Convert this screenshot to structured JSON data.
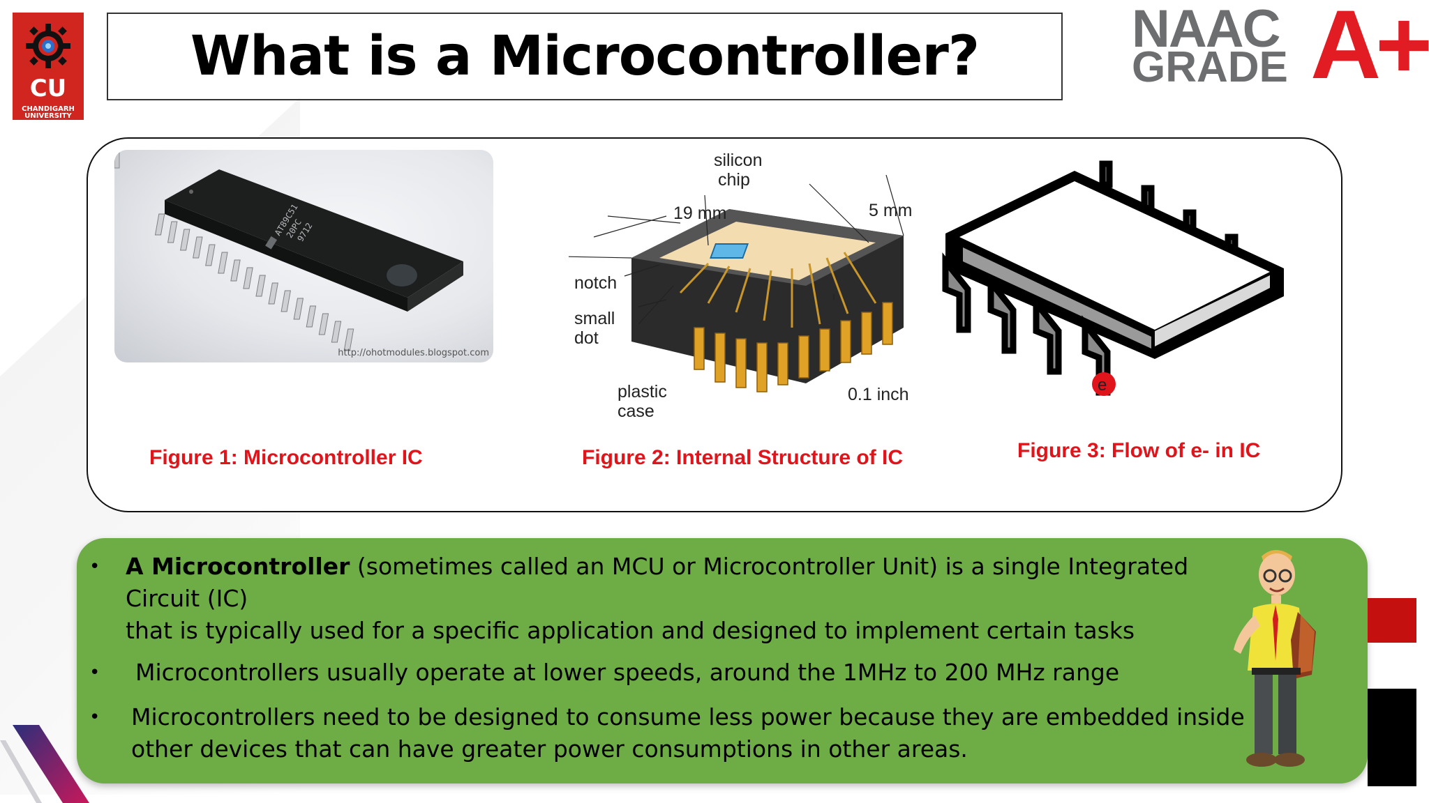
{
  "logo": {
    "abbr": "CU",
    "line1": "CHANDIGARH",
    "line2": "UNIVERSITY"
  },
  "title": "What is a Microcontroller?",
  "accreditation": {
    "naac": "NAAC",
    "grade": "GRADE",
    "rating": "A+"
  },
  "figures": {
    "fig1": {
      "caption": "Figure 1: Microcontroller IC",
      "chip_marking": [
        "AT89C51",
        "20PC",
        "9712"
      ],
      "watermark": "http://ohotmodules.blogspot.com"
    },
    "fig2": {
      "caption": "Figure 2: Internal Structure of IC",
      "labels": {
        "silicon": "silicon",
        "chip": "chip",
        "dim_19": "19 mm",
        "dim_5": "5 mm",
        "notch": "notch",
        "small": "small",
        "dot": "dot",
        "plastic": "plastic",
        "case": "case",
        "pitch": "0.1 inch"
      }
    },
    "fig3": {
      "caption": "Figure 3: Flow of e- in IC",
      "electron": "e"
    }
  },
  "bullets": {
    "b1_bold": "A Microcontroller",
    "b1_rest": " (sometimes called an MCU or Microcontroller Unit) is a single Integrated Circuit (IC)",
    "b1_line2": "that is typically used for a specific application and designed to implement certain tasks",
    "b2": "Microcontrollers usually operate at lower speeds, around the 1MHz to 200 MHz range",
    "b3_line1": "Microcontrollers need to be designed to consume less power because they are embedded inside",
    "b3_line2": "other devices that can have greater power consumptions in other areas.",
    "marker": "•"
  },
  "colors": {
    "caption_red": "#e0141b",
    "panel_green": "#6eac45",
    "brand_red": "#d0261f",
    "naac_gray": "#6d6e70"
  }
}
